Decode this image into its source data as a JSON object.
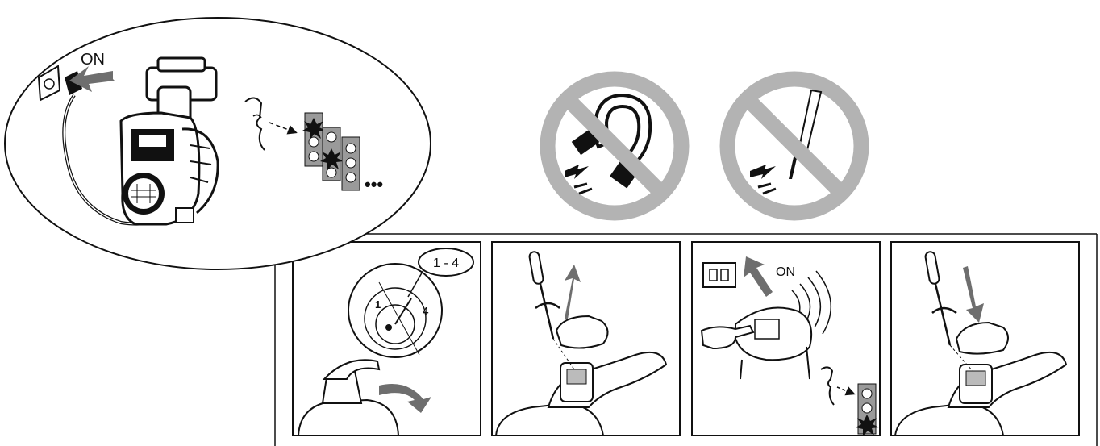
{
  "oval": {
    "on_label": "ON",
    "ellipsis": "•••"
  },
  "prohibitions": [
    {
      "icon": "no-magnet-icon"
    },
    {
      "icon": "no-screwdriver-icon"
    }
  ],
  "steps": [
    {
      "icon": "dial-selector-icon",
      "range_label": "1 - 4",
      "dial_min": "1",
      "dial_max": "4"
    },
    {
      "icon": "screwdriver-open-cover-icon"
    },
    {
      "icon": "power-on-icon",
      "on_label": "ON"
    },
    {
      "icon": "screwdriver-close-cover-icon"
    }
  ],
  "colors": {
    "line": "#111111",
    "prohibition_gray": "#b3b3b3",
    "arrow_gray": "#6e6e6e",
    "led_gray": "#9a9a9a"
  }
}
